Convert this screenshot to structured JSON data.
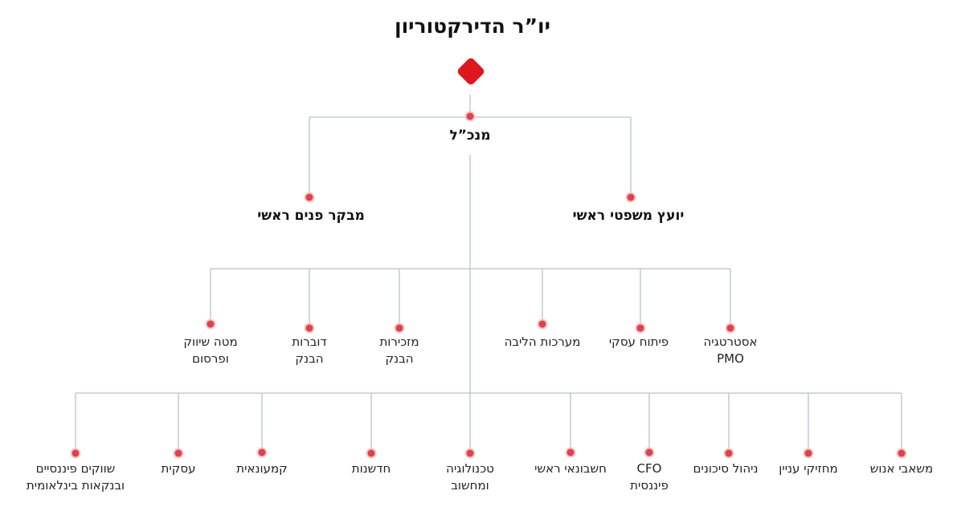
{
  "top": {
    "title": "יו”ר הדירקטוריון"
  },
  "ceo": {
    "label": "מנכ”ל"
  },
  "second_row": [
    {
      "name": "right-advisor",
      "label": "יועץ משפטי ראשי"
    },
    {
      "name": "left-auditor",
      "label": "מבקר פנים ראשי"
    }
  ],
  "third_row": [
    {
      "label1": "אסטרטגיה",
      "label2": "PMO"
    },
    {
      "label1": "פיתוח עסקי",
      "label2": ""
    },
    {
      "label1": "מערכות הליבה",
      "label2": ""
    },
    {
      "label1": "מזכירות",
      "label2": "הבנק"
    },
    {
      "label1": "דוברות",
      "label2": "הבנק"
    },
    {
      "label1": "מטה שיווק",
      "label2": "ופרסום"
    }
  ],
  "fourth_row": [
    {
      "label1": "משאבי אנוש",
      "label2": ""
    },
    {
      "label1": "מחזיקי עניין",
      "label2": ""
    },
    {
      "label1": "ניהול סיכונים",
      "label2": ""
    },
    {
      "label1": "CFO",
      "label2": "פיננסית"
    },
    {
      "label1": "חשבונאי ראשי",
      "label2": ""
    },
    {
      "label1": "טכנולוגיה",
      "label2": "ומחשוב"
    },
    {
      "label1": "חדשנות",
      "label2": ""
    },
    {
      "label1": "קמעונאית",
      "label2": ""
    },
    {
      "label1": "עסקית",
      "label2": ""
    },
    {
      "label1": "שווקים פיננסיים",
      "label2": "ובנקאות בינלאומית"
    }
  ],
  "colors": {
    "accent": "#e0161e",
    "dot": "#e0414a",
    "line": "#b8c2cc"
  }
}
